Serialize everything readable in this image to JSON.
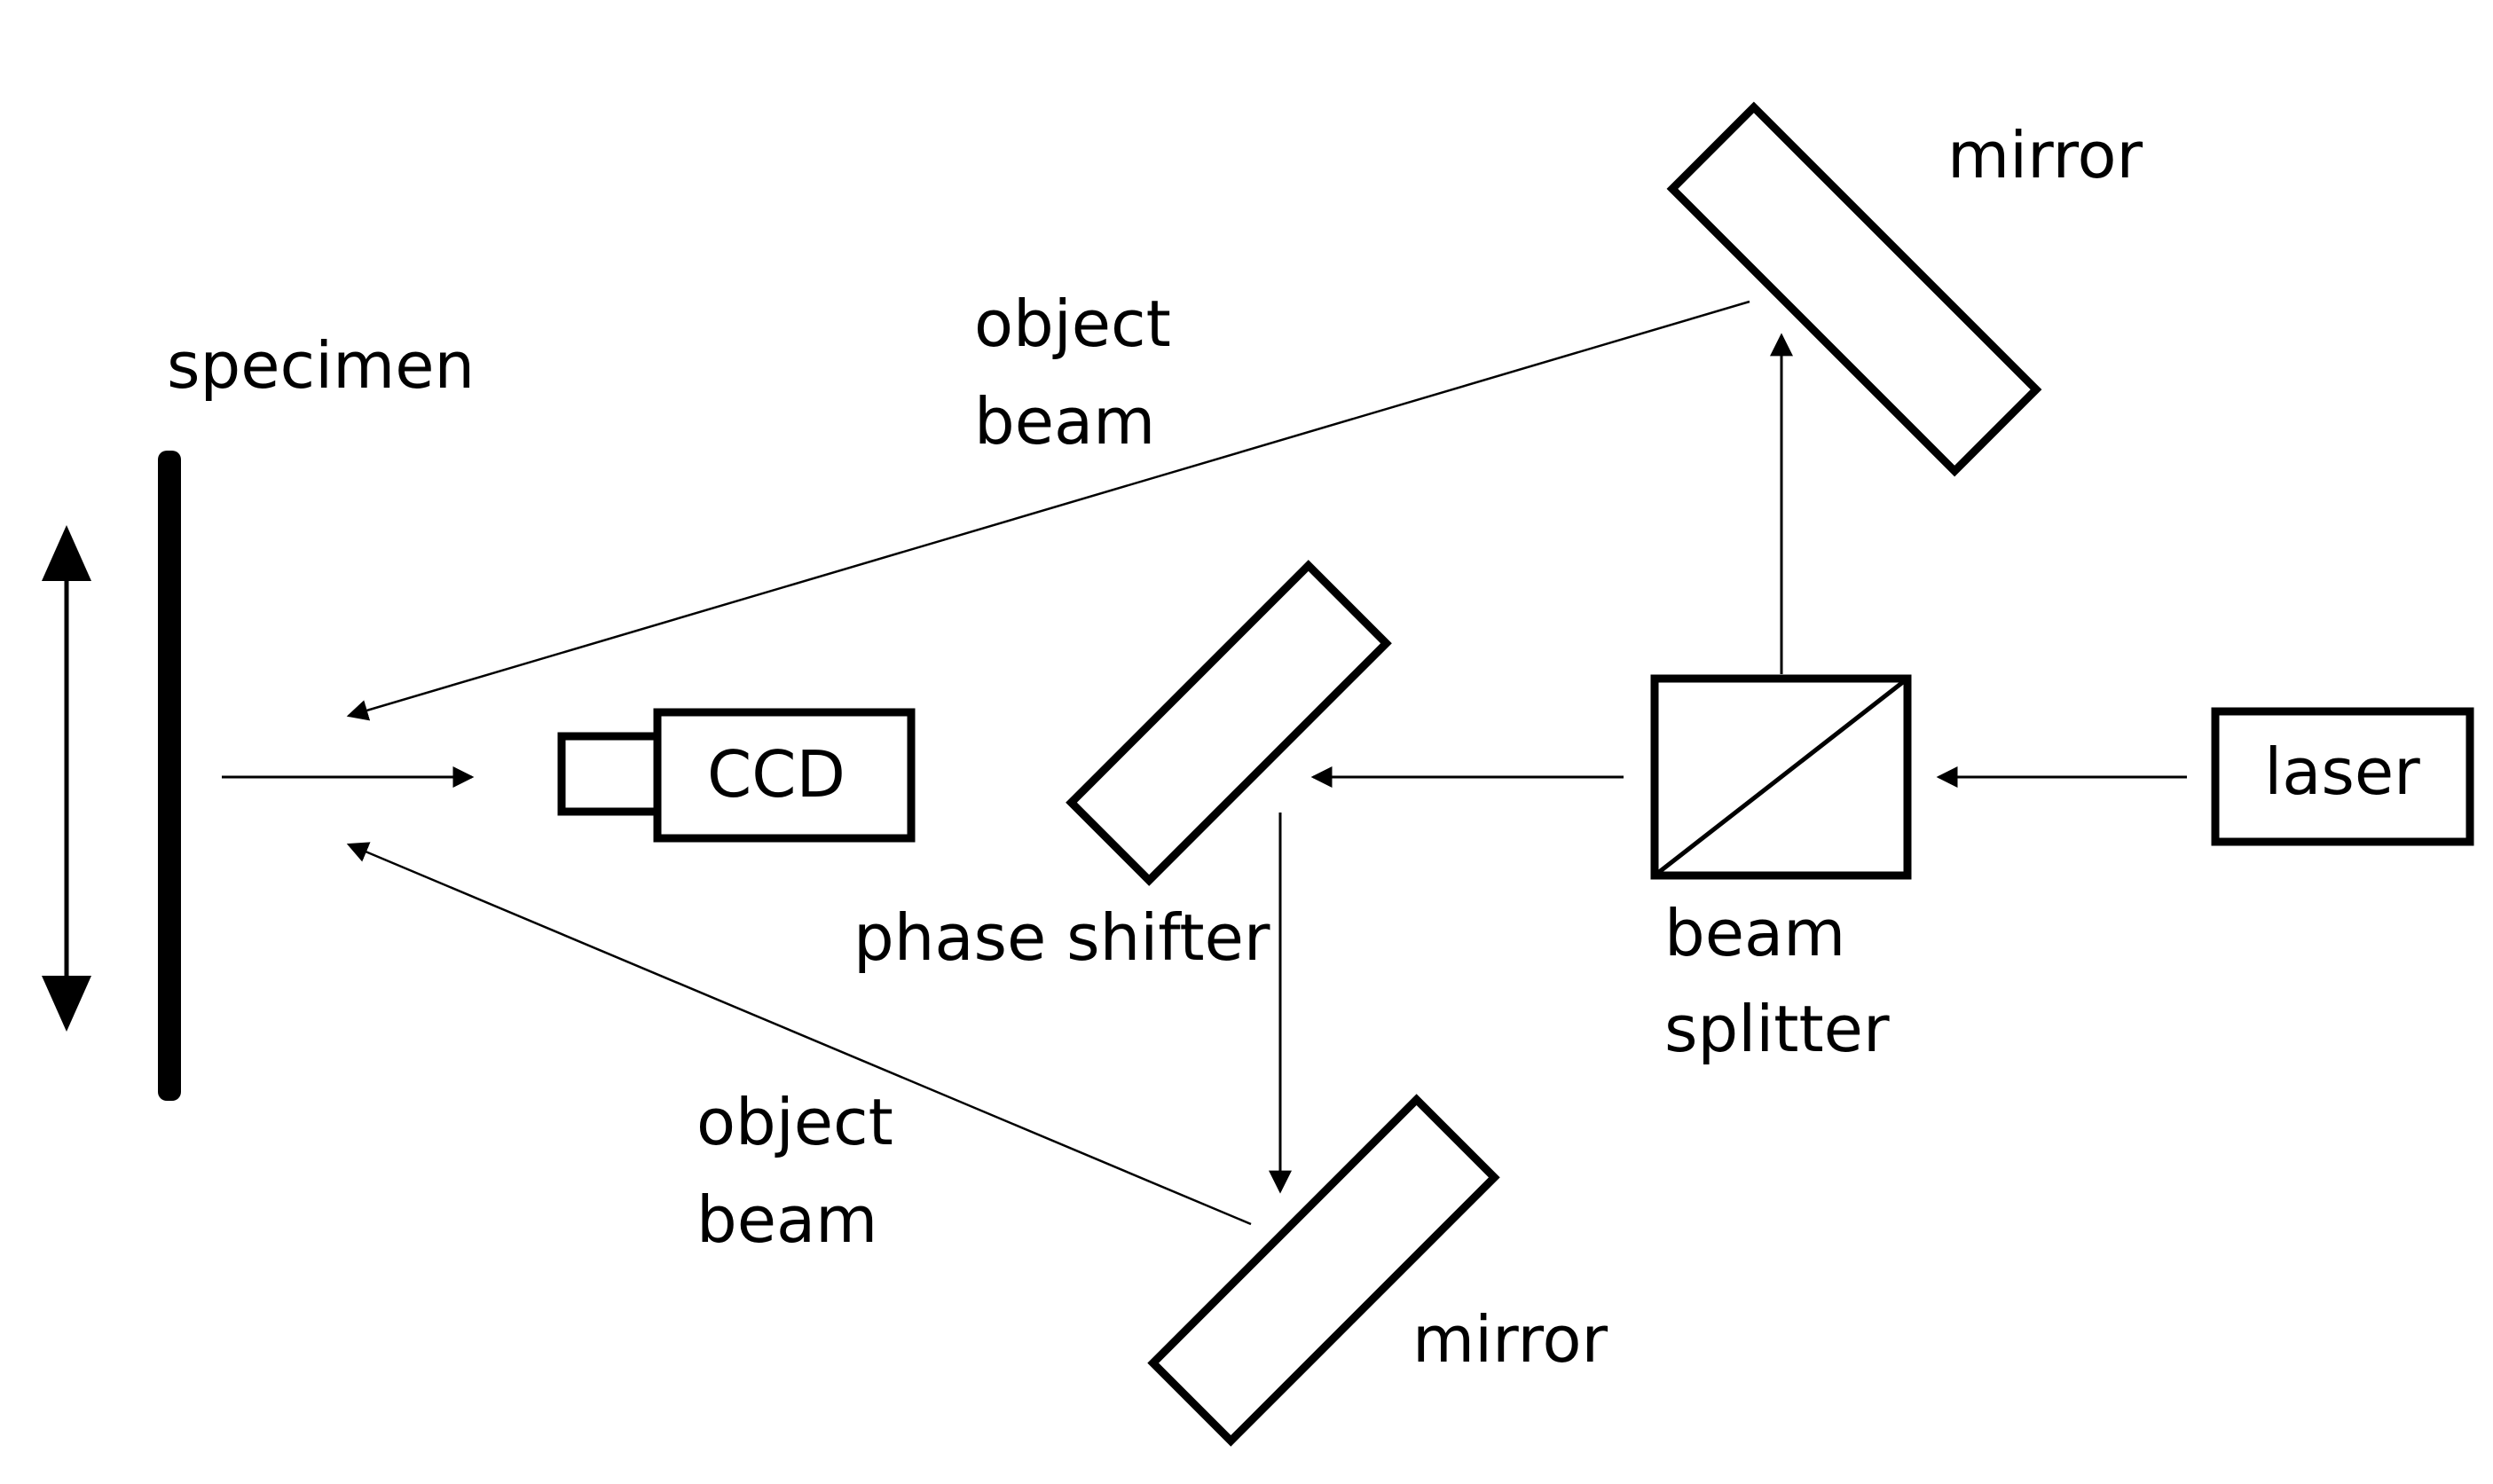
{
  "diagram": {
    "labels": {
      "mirror_top": "mirror",
      "object_beam_top_1": "object",
      "object_beam_top_2": "beam",
      "specimen": "specimen",
      "ccd": "CCD",
      "laser": "laser",
      "phase_shifter": "phase shifter",
      "beam_splitter_1": "beam",
      "beam_splitter_2": "splitter",
      "object_beam_bottom_1": "object",
      "object_beam_bottom_2": "beam",
      "mirror_bottom": "mirror"
    }
  }
}
